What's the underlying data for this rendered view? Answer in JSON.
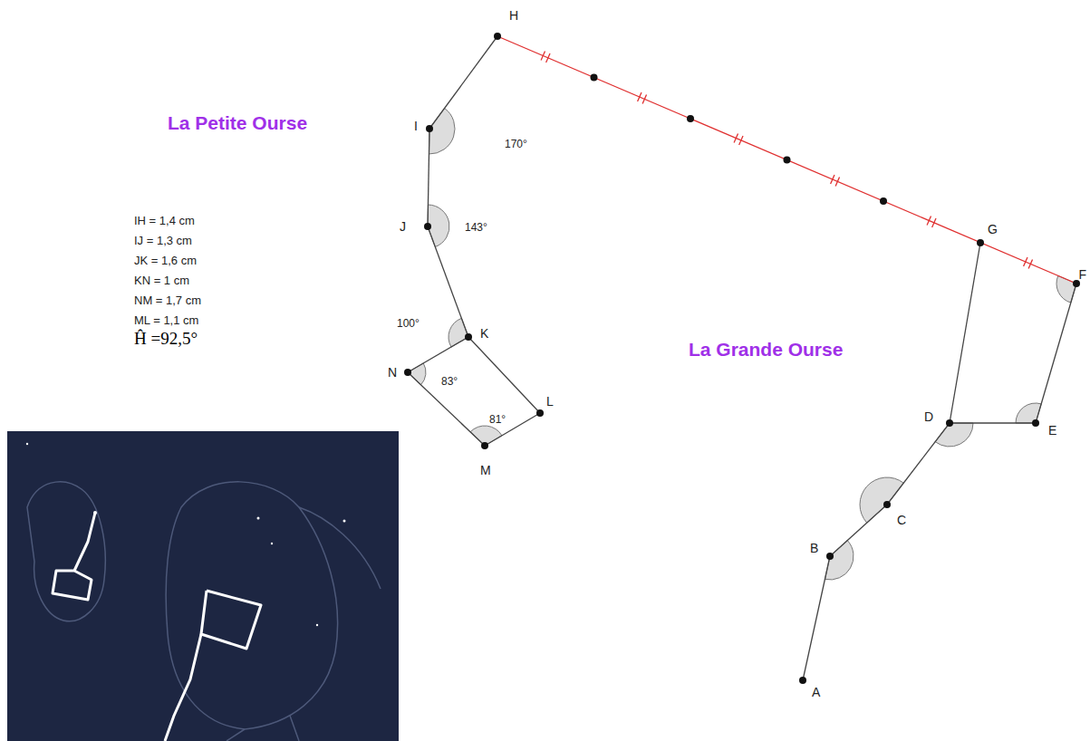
{
  "diagram": {
    "labels": [
      "La Petite Ourse",
      "La Grande Ourse",
      "IH = 1,4 cm",
      "IJ = 1,3 cm",
      "JK = 1,6 cm",
      "KN = 1 cm",
      "NM = 1,7 cm",
      "ML = 1,1 cm",
      "Ĥ =92,5°",
      "H",
      "I",
      "J",
      "K",
      "N",
      "L",
      "M",
      "G",
      "F",
      "D",
      "E",
      "C",
      "B",
      "A",
      "170°",
      "143°",
      "100°",
      "83°",
      "81°"
    ]
  }
}
